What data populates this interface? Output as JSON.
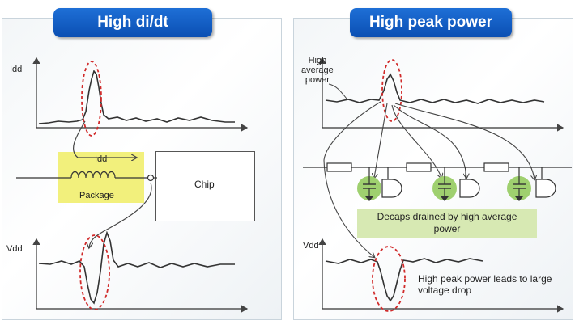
{
  "left_panel": {
    "title": "High di/dt",
    "idd_axis_label": "Idd",
    "vdd_axis_label": "Vdd",
    "idd_box_label": "Idd",
    "package_label": "Package",
    "chip_label": "Chip"
  },
  "right_panel": {
    "title": "High peak power",
    "avg_power_label_line1": "High",
    "avg_power_label_line2": "average",
    "avg_power_label_line3": "power",
    "vdd_axis_label": "Vdd",
    "decaps_line1": "Decaps drained by high average",
    "decaps_line2": "power",
    "peak_line1": "High peak power leads to large",
    "peak_line2": "voltage drop"
  },
  "colors": {
    "title_blue": "#0b4fb3",
    "highlight_yellow": "#f2f07c",
    "decap_green": "#9fd06f",
    "note_green": "#d7e9b3",
    "ellipse_red": "#d12b2b"
  }
}
